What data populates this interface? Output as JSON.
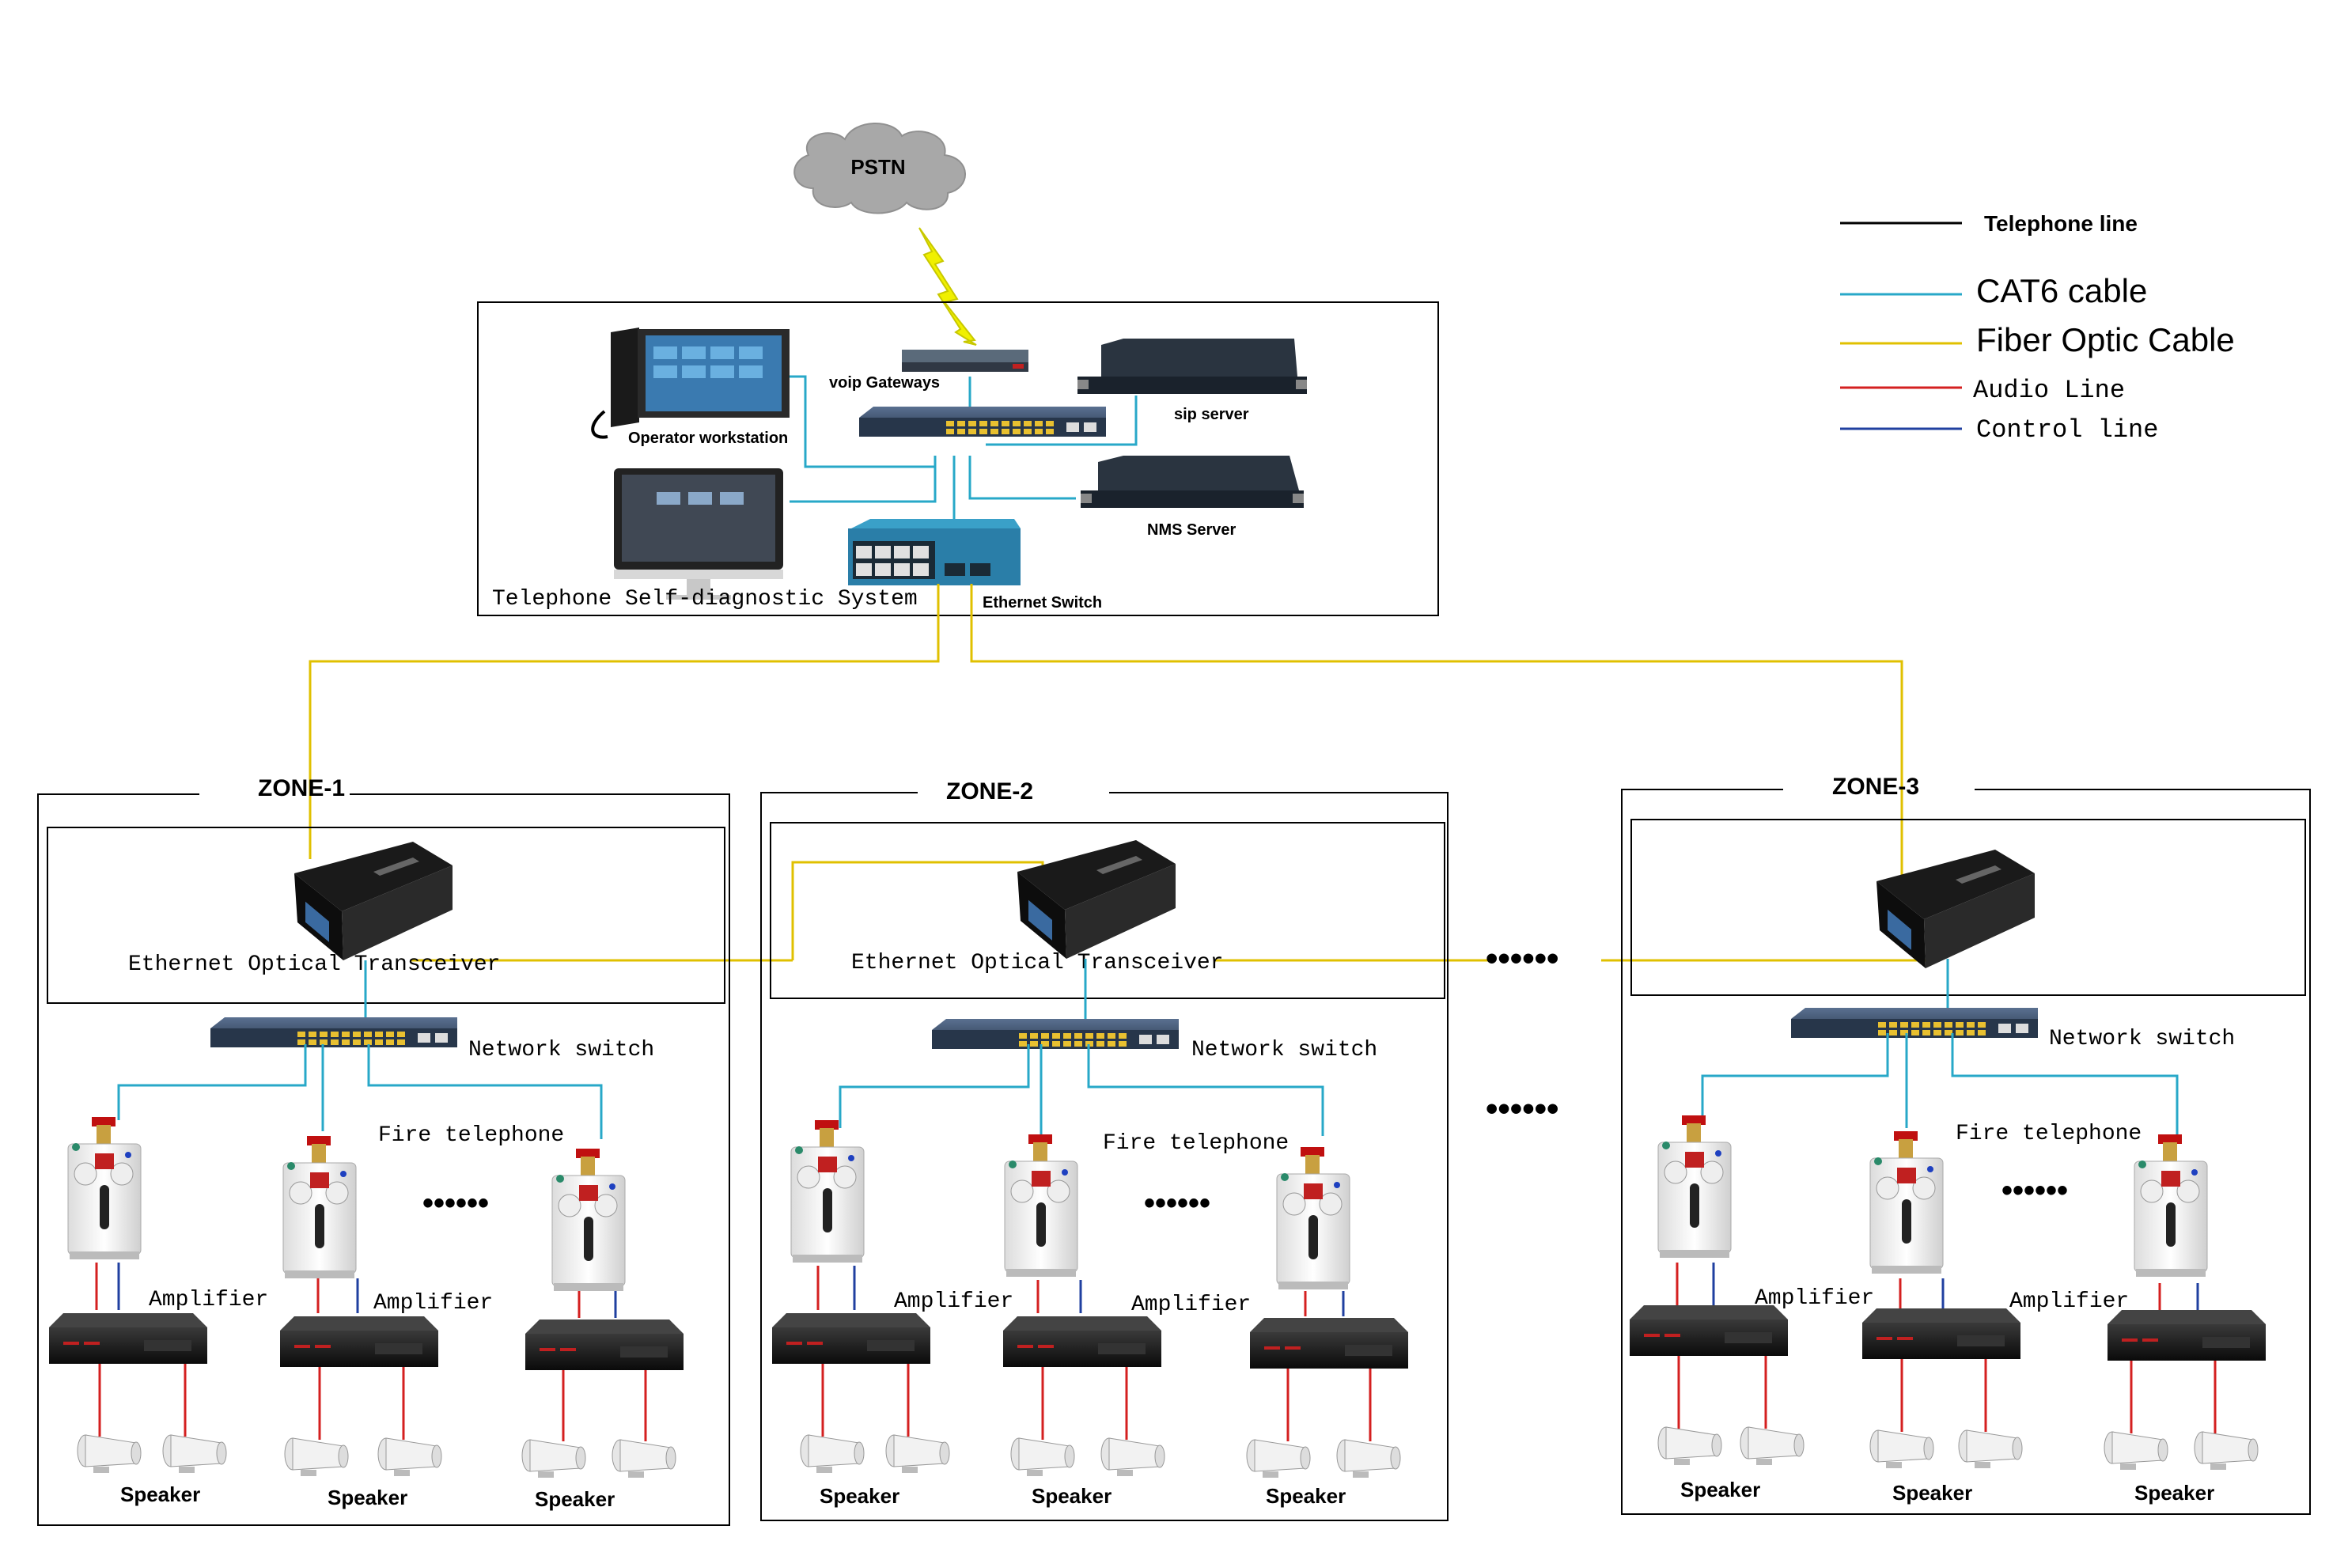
{
  "cloud": {
    "label": "PSTN"
  },
  "legend": {
    "items": [
      {
        "label": "Telephone line",
        "color": "#000000"
      },
      {
        "label": "CAT6 cable",
        "color": "#28a8c8"
      },
      {
        "label": "Fiber Optic Cable",
        "color": "#e0c000"
      },
      {
        "label": "Audio Line",
        "color": "#d42020"
      },
      {
        "label": "Control line",
        "color": "#2040a0"
      }
    ]
  },
  "central": {
    "system_label": "Telephone Self-diagnostic System",
    "devices": {
      "voip_gateways": "voip Gateways",
      "operator_workstation": "Operator workstation",
      "sip_server": "sip server",
      "nms_server": "NMS Server",
      "ethernet_switch": "Ethernet Switch"
    }
  },
  "zones": [
    {
      "title": "ZONE-1",
      "transceiver_label": "Ethernet Optical Transceiver",
      "switch_label": "Network switch",
      "fire_telephone_label": "Fire telephone",
      "amplifier_labels": [
        "Amplifier",
        "Amplifier"
      ],
      "speaker_labels": [
        "Speaker",
        "Speaker",
        "Speaker"
      ]
    },
    {
      "title": "ZONE-2",
      "transceiver_label": "Ethernet Optical Transceiver",
      "switch_label": "Network switch",
      "fire_telephone_label": "Fire telephone",
      "amplifier_labels": [
        "Amplifier",
        "Amplifier"
      ],
      "speaker_labels": [
        "Speaker",
        "Speaker",
        "Speaker"
      ]
    },
    {
      "title": "ZONE-3",
      "transceiver_label": "",
      "switch_label": "Network switch",
      "fire_telephone_label": "Fire telephone",
      "amplifier_labels": [
        "Amplifier",
        "Amplifier"
      ],
      "speaker_labels": [
        "Speaker",
        "Speaker",
        "Speaker"
      ]
    }
  ],
  "ellipsis": "••••••"
}
